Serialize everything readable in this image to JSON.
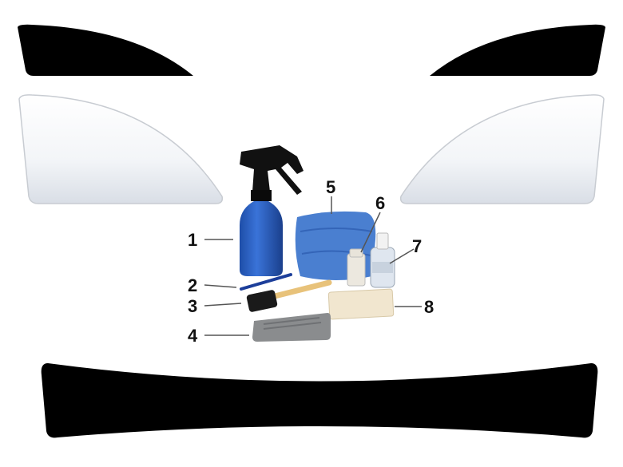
{
  "colors": {
    "tint": "#000000",
    "glass_top": "#ffffff",
    "glass_bottom": "#dfe4ea",
    "bottle": "#2a5fc4",
    "cloth": "#4a7fd0"
  },
  "labels": [
    "1",
    "2",
    "3",
    "4",
    "5",
    "6",
    "7",
    "8"
  ]
}
